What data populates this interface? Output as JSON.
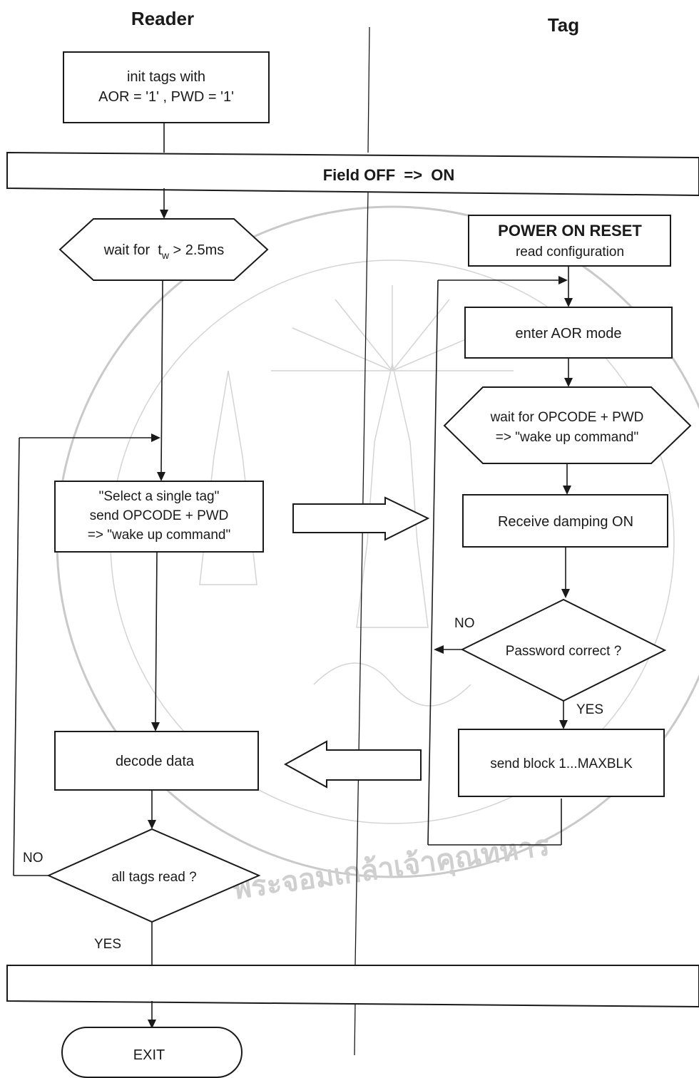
{
  "diagram": {
    "columns": {
      "reader": "Reader",
      "tag": "Tag"
    },
    "field_bar": "Field OFF  =>  ON",
    "reader_flow": {
      "init": [
        "init tags with",
        "AOR = '1' , PWD = '1'"
      ],
      "wait": "wait for  t",
      "wait_sub": "w",
      "wait_cond": " > 2.5ms",
      "select": [
        "\"Select a single tag\"",
        "send OPCODE + PWD",
        "=> \"wake up command\""
      ],
      "decode": "decode data",
      "all_read": "all tags read ?",
      "no": "NO",
      "yes": "YES",
      "exit": "EXIT"
    },
    "tag_flow": {
      "por_title": "POWER ON RESET",
      "por_sub": "read configuration",
      "aor": "enter AOR mode",
      "wait_opcode": [
        "wait for OPCODE + PWD",
        "=> \"wake up command\""
      ],
      "damping": "Receive damping ON",
      "password": "Password correct ?",
      "no": "NO",
      "yes": "YES",
      "send": "send block 1...MAXBLK"
    },
    "watermark_text": "พระจอมเกล้าเจ้าคุณทหาร"
  }
}
